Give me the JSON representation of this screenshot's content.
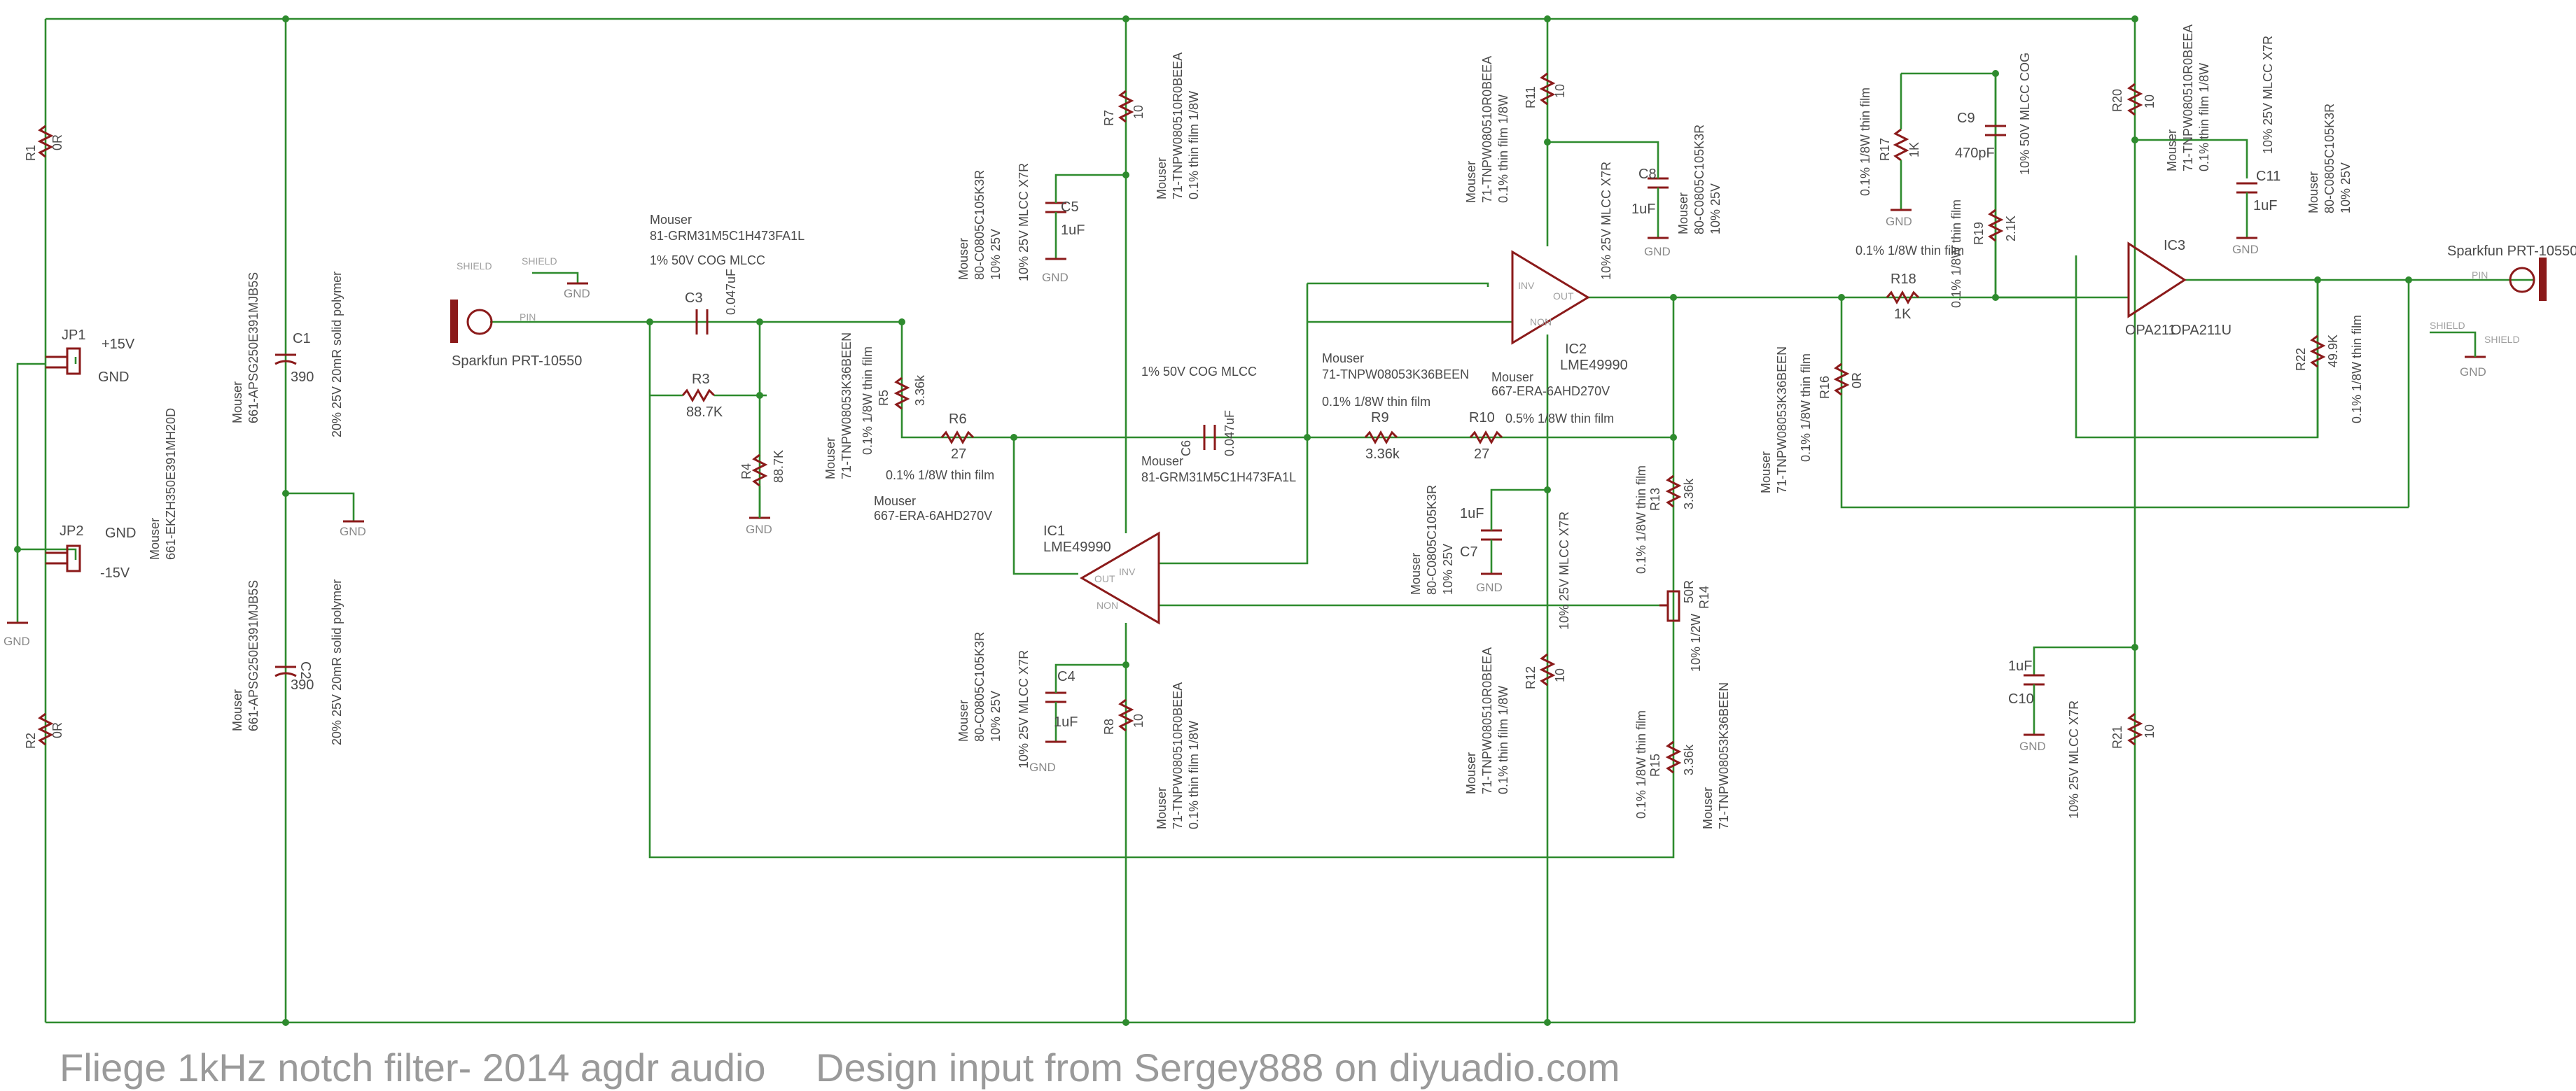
{
  "title_left": "Fliege 1kHz notch filter- 2014 agdr audio",
  "title_right": "Design input from Sergey888 on diyuadio.com",
  "net": {
    "gnd": "GND",
    "shield": "SHIELD",
    "pin": "PIN",
    "plus15": "+15V",
    "minus15": "-15V"
  },
  "jack_in": {
    "label": "Sparkfun PRT-10550"
  },
  "jack_out": {
    "label": "Sparkfun PRT-10550"
  },
  "jp1": {
    "ref": "JP1"
  },
  "jp2": {
    "ref": "JP2"
  },
  "jp_mouser": {
    "src": "Mouser",
    "part": "661-EKZH350E391MH20D"
  },
  "r1": {
    "ref": "R1",
    "val": "0R"
  },
  "r2": {
    "ref": "R2",
    "val": "0R"
  },
  "c1": {
    "ref": "C1",
    "val": "390",
    "src": "Mouser",
    "part": "661-APSG250E391MJB5S",
    "desc": "20% 25V 20mR solid polymer"
  },
  "c2": {
    "ref": "C2",
    "val": "390",
    "src": "Mouser",
    "part": "661-APSG250E391MJB5S",
    "desc": "20% 25V 20mR solid polymer"
  },
  "c3": {
    "ref": "C3",
    "val": "0.047uF",
    "src": "Mouser",
    "part": "81-GRM31M5C1H473FA1L",
    "desc": "1% 50V COG MLCC"
  },
  "r3": {
    "ref": "R3",
    "val": "88.7K"
  },
  "r4": {
    "ref": "R4",
    "val": "88.7K"
  },
  "r5": {
    "ref": "R5",
    "val": "3.36k",
    "desc": "0.1% 1/8W thin film",
    "part": "71-TNPW08053K36BEEN",
    "src": "Mouser"
  },
  "r6": {
    "ref": "R6",
    "val": "27",
    "desc": "0.1% 1/8W thin film",
    "src": "Mouser",
    "part": "667-ERA-6AHD270V"
  },
  "c5": {
    "ref": "C5",
    "val": "1uF",
    "src": "Mouser",
    "part": "80-C0805C105K3R",
    "v": "10% 25V",
    "desc": "10% 25V MLCC X7R"
  },
  "r7": {
    "ref": "R7",
    "val": "10",
    "src": "Mouser",
    "part": "71-TNPW080510R0BEEA",
    "desc": "0.1% thin film 1/8W"
  },
  "c6": {
    "ref": "C6",
    "val": "0.047uF",
    "desc": "1% 50V COG MLCC",
    "src": "Mouser",
    "part": "81-GRM31M5C1H473FA1L"
  },
  "ic1": {
    "ref": "IC1",
    "val": "LME49990",
    "inv": "INV",
    "non": "NON",
    "out": "OUT"
  },
  "c4": {
    "ref": "C4",
    "val": "1uF",
    "src": "Mouser",
    "part": "80-C0805C105K3R",
    "v": "10% 25V",
    "desc": "10% 25V MLCC X7R"
  },
  "r8": {
    "ref": "R8",
    "val": "10",
    "src": "Mouser",
    "part": "71-TNPW080510R0BEEA",
    "desc": "0.1% thin film 1/8W"
  },
  "r9": {
    "ref": "R9",
    "val": "3.36k",
    "src": "Mouser",
    "part": "71-TNPW08053K36BEEN",
    "desc": "0.1% 1/8W thin film"
  },
  "r10": {
    "ref": "R10",
    "val": "27",
    "desc": "0.5% 1/8W thin film",
    "src": "Mouser",
    "part": "667-ERA-6AHD270V"
  },
  "r11": {
    "ref": "R11",
    "val": "10",
    "src": "Mouser",
    "part": "71-TNPW080510R0BEEA",
    "desc": "0.1% thin film 1/8W"
  },
  "c8": {
    "ref": "C8",
    "val": "1uF",
    "src": "Mouser",
    "part": "80-C0805C105K3R",
    "v": "10% 25V",
    "desc": "10% 25V MLCC X7R"
  },
  "ic2": {
    "ref": "IC2",
    "val": "LME49990",
    "inv": "INV",
    "non": "NON",
    "out": "OUT"
  },
  "c7": {
    "ref": "C7",
    "val": "1uF",
    "src": "Mouser",
    "part": "80-C0805C105K3R",
    "v": "10% 25V",
    "desc": "10% 25V MLCC X7R"
  },
  "r12": {
    "ref": "R12",
    "val": "10",
    "src": "Mouser",
    "part": "71-TNPW080510R0BEEA",
    "desc": "0.1% thin film 1/8W"
  },
  "r13": {
    "ref": "R13",
    "val": "3.36k",
    "desc": "0.1% 1/8W thin film"
  },
  "r14": {
    "ref": "R14",
    "val": "50R",
    "desc": "10% 1/2W"
  },
  "r15": {
    "ref": "R15",
    "val": "3.36k",
    "desc": "0.1% 1/8W thin film",
    "src": "Mouser",
    "part": "71-TNPW08053K36BEEN"
  },
  "r16": {
    "ref": "R16",
    "val": "0R",
    "desc": "0.1% 1/8W thin film",
    "src": "Mouser",
    "part": "71-TNPW08053K36BEEN"
  },
  "r17": {
    "ref": "R17",
    "val": "1K",
    "desc": "0.1% 1/8W thin film"
  },
  "r18": {
    "ref": "R18",
    "val": "1K",
    "desc": "0.1% 1/8W thin film"
  },
  "r19": {
    "ref": "R19",
    "val": "2.1K",
    "desc": "0.1% 1/8W thin film"
  },
  "c9": {
    "ref": "C9",
    "val": "470pF",
    "desc": "10% 50V MLCC COG"
  },
  "r20": {
    "ref": "R20",
    "val": "10",
    "src": "Mouser",
    "part": "71-TNPW080510R0BEEA",
    "desc": "0.1% thin film 1/8W"
  },
  "c11": {
    "ref": "C11",
    "val": "1uF",
    "src": "Mouser",
    "part": "80-C0805C105K3R",
    "v": "10% 25V",
    "desc": "10% 25V MLCC X7R"
  },
  "ic3": {
    "ref": "IC3",
    "val": "OPA211",
    "val2": "OPA211U"
  },
  "r22": {
    "ref": "R22",
    "val": "49.9K",
    "desc": "0.1% 1/8W thin film"
  },
  "c10": {
    "ref": "C10",
    "val": "1uF",
    "desc": "10% 25V MLCC X7R"
  },
  "r21": {
    "ref": "R21",
    "val": "10"
  }
}
